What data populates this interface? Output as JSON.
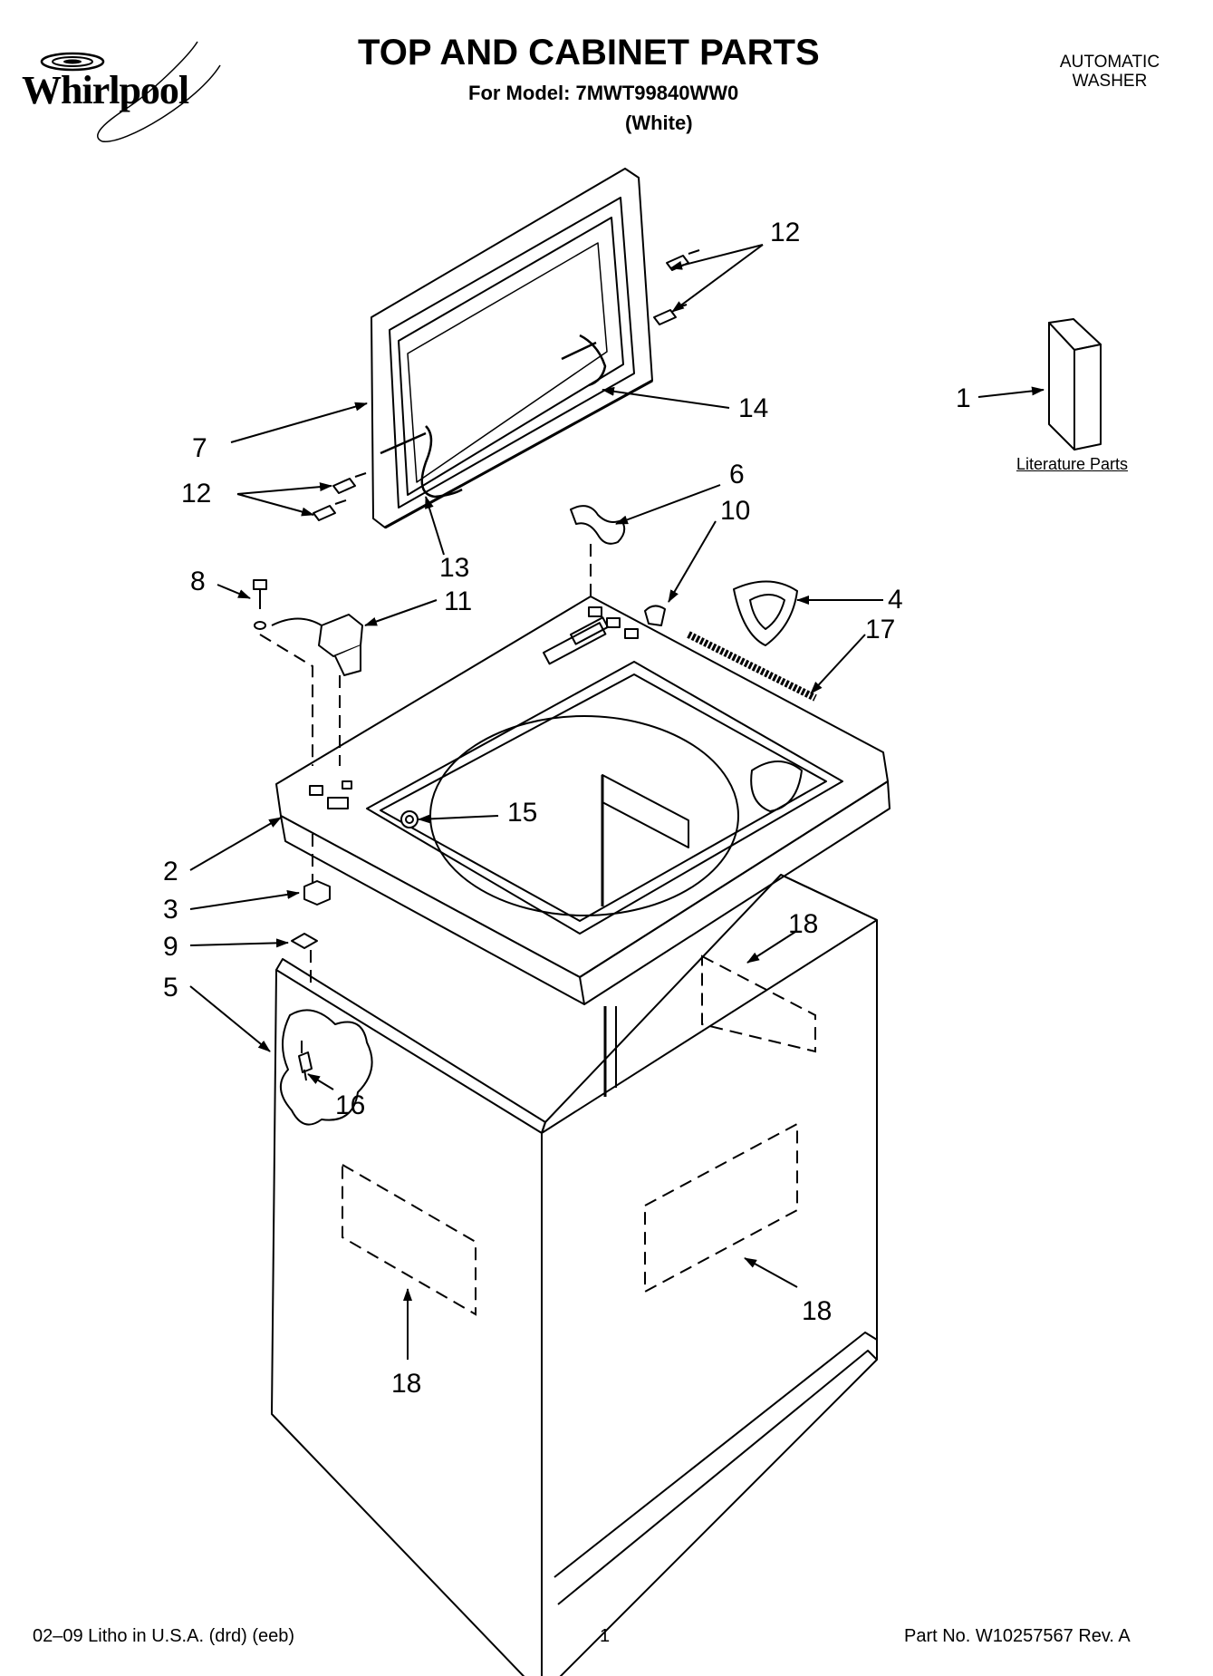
{
  "header": {
    "brand": "Whirlpool",
    "title": "TOP AND CABINET PARTS",
    "model_line": "For Model: 7MWT99840WW0",
    "color_line": "(White)",
    "product_line1": "AUTOMATIC",
    "product_line2": "WASHER"
  },
  "literature": {
    "label": "Literature Parts"
  },
  "callouts": {
    "c1": "1",
    "c2": "2",
    "c3": "3",
    "c4": "4",
    "c5": "5",
    "c6": "6",
    "c7": "7",
    "c8": "8",
    "c9": "9",
    "c10": "10",
    "c11": "11",
    "c12a": "12",
    "c12b": "12",
    "c13": "13",
    "c14": "14",
    "c15": "15",
    "c16": "16",
    "c17": "17",
    "c18a": "18",
    "c18b": "18",
    "c18c": "18"
  },
  "footer": {
    "left": "02–09 Litho in U.S.A. (drd) (eeb)",
    "center": "1",
    "right": "Part No. W10257567 Rev. A"
  }
}
